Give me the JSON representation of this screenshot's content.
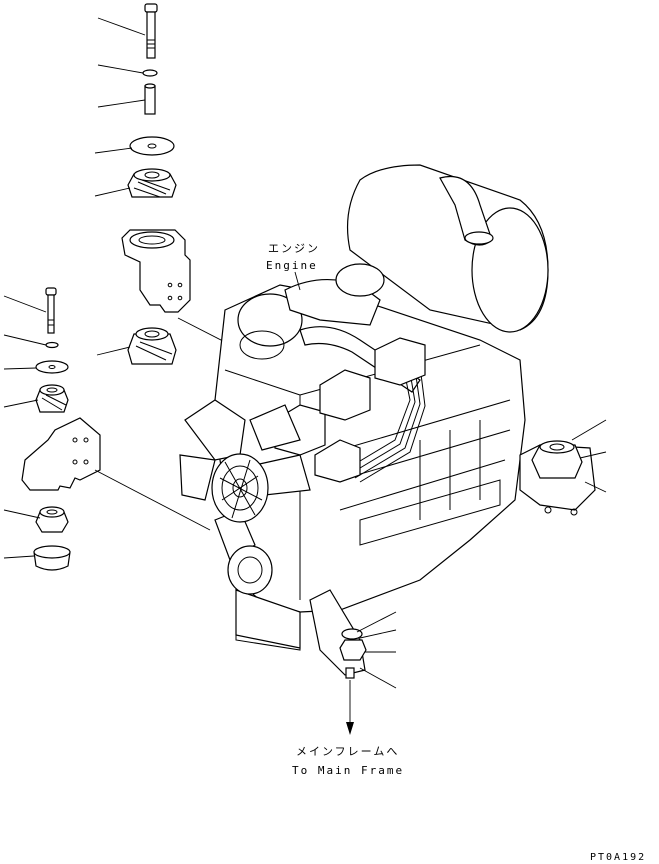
{
  "labels": {
    "engine_jp": "エンジン",
    "engine_en": "Engine",
    "to_frame_jp": "メインフレームへ",
    "to_frame_en": "To Main Frame",
    "figure_code": "PT0A192"
  }
}
